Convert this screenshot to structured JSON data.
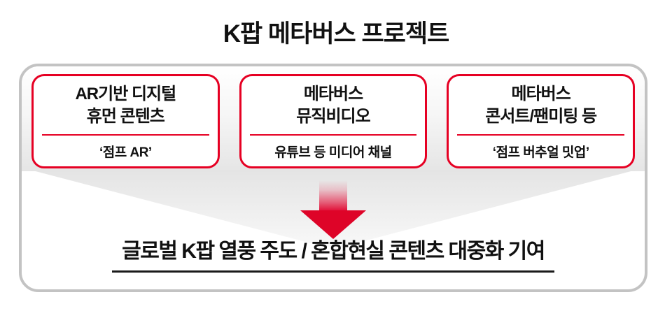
{
  "title": "K팝 메타버스 프로젝트",
  "panel": {
    "boxes": [
      {
        "heading": [
          "AR기반 디지털",
          "휴먼 콘텐츠"
        ],
        "subtitle": "‘점프 AR’"
      },
      {
        "heading": [
          "메타버스",
          "뮤직비디오"
        ],
        "subtitle": "유튜브 등 미디어 채널"
      },
      {
        "heading": [
          "메타버스",
          "콘서트/팬미팅 등"
        ],
        "subtitle": "‘점프 버추얼 밋업’"
      }
    ],
    "conclusion": "글로벌 K팝 열풍 주도 / 혼합현실 콘텐츠 대중화 기여"
  },
  "colors": {
    "accent_red": "#e60023",
    "arrow_red": "#de0428",
    "panel_border_gray": "#c3c3c3",
    "text_black": "#111111"
  }
}
